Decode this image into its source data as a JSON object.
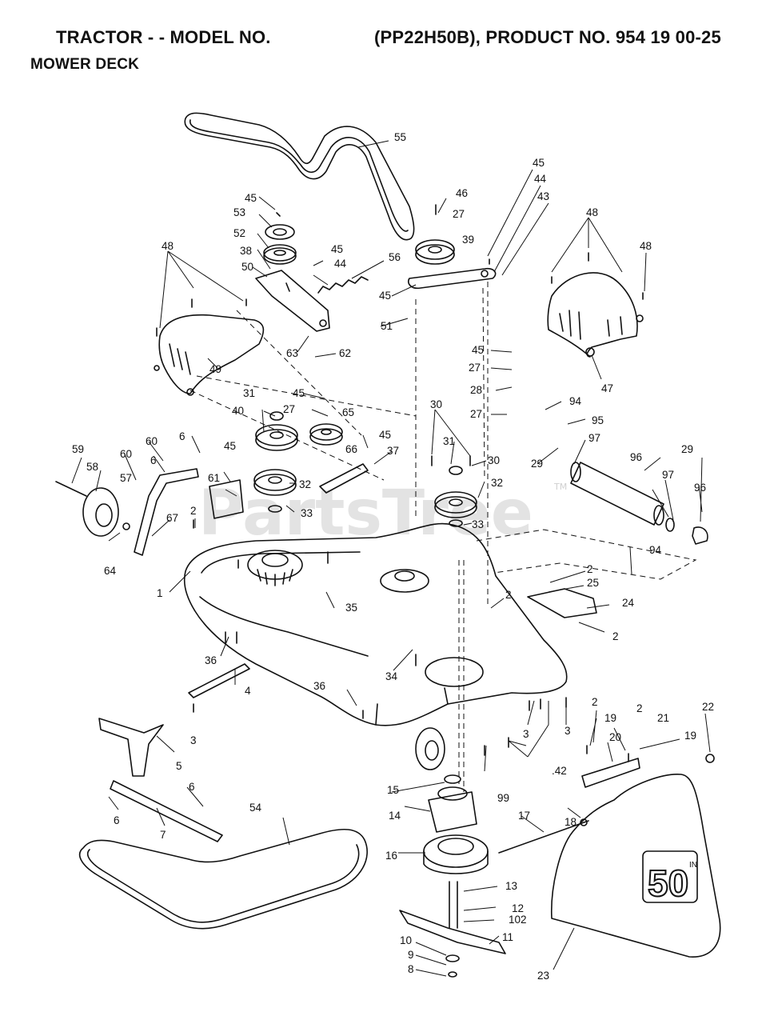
{
  "header": {
    "tractor_label": "TRACTOR - - MODEL NO.",
    "model_product": "(PP22H50B), PRODUCT NO. 954 19 00-25",
    "section": "MOWER DECK"
  },
  "watermark": {
    "text": "PartsTree",
    "tm": "TM"
  },
  "deck_badge": {
    "number": "50",
    "suffix": "IN"
  },
  "callouts": [
    {
      "id": "c55",
      "label": "55"
    },
    {
      "id": "c45a",
      "label": "45"
    },
    {
      "id": "c46",
      "label": "46"
    },
    {
      "id": "c44a",
      "label": "44"
    },
    {
      "id": "c43",
      "label": "43"
    },
    {
      "id": "c45b",
      "label": "45"
    },
    {
      "id": "c53",
      "label": "53"
    },
    {
      "id": "c27a",
      "label": "27"
    },
    {
      "id": "c48a",
      "label": "48"
    },
    {
      "id": "c48b",
      "label": "48"
    },
    {
      "id": "c52",
      "label": "52"
    },
    {
      "id": "c45c",
      "label": "45"
    },
    {
      "id": "c39",
      "label": "39"
    },
    {
      "id": "c48c",
      "label": "48"
    },
    {
      "id": "c38",
      "label": "38"
    },
    {
      "id": "c44b",
      "label": "44"
    },
    {
      "id": "c56",
      "label": "56"
    },
    {
      "id": "c50",
      "label": "50"
    },
    {
      "id": "c45d",
      "label": "45"
    },
    {
      "id": "c51",
      "label": "51"
    },
    {
      "id": "c63",
      "label": "63"
    },
    {
      "id": "c62",
      "label": "62"
    },
    {
      "id": "c45e",
      "label": "45"
    },
    {
      "id": "c49",
      "label": "49"
    },
    {
      "id": "c27b",
      "label": "27"
    },
    {
      "id": "c47",
      "label": "47"
    },
    {
      "id": "c28",
      "label": "28"
    },
    {
      "id": "c31a",
      "label": "31"
    },
    {
      "id": "c45f",
      "label": "45"
    },
    {
      "id": "c27c",
      "label": "27"
    },
    {
      "id": "c30a",
      "label": "30"
    },
    {
      "id": "c27d",
      "label": "27"
    },
    {
      "id": "c40",
      "label": "40"
    },
    {
      "id": "c65",
      "label": "65"
    },
    {
      "id": "c94a",
      "label": "94"
    },
    {
      "id": "c95",
      "label": "95"
    },
    {
      "id": "c6a",
      "label": "6"
    },
    {
      "id": "c45g",
      "label": "45"
    },
    {
      "id": "c31b",
      "label": "31"
    },
    {
      "id": "c30b",
      "label": "30"
    },
    {
      "id": "c97a",
      "label": "97"
    },
    {
      "id": "c96a",
      "label": "96"
    },
    {
      "id": "c59",
      "label": "59"
    },
    {
      "id": "c60a",
      "label": "60"
    },
    {
      "id": "c45h",
      "label": "45"
    },
    {
      "id": "c66",
      "label": "66"
    },
    {
      "id": "c37",
      "label": "37"
    },
    {
      "id": "c29a",
      "label": "29"
    },
    {
      "id": "c29b",
      "label": "29"
    },
    {
      "id": "c60b",
      "label": "60"
    },
    {
      "id": "c6b",
      "label": "6"
    },
    {
      "id": "c58",
      "label": "58"
    },
    {
      "id": "c57",
      "label": "57"
    },
    {
      "id": "c61",
      "label": "61"
    },
    {
      "id": "c32a",
      "label": "32"
    },
    {
      "id": "c32b",
      "label": "32"
    },
    {
      "id": "c97b",
      "label": "97"
    },
    {
      "id": "c96b",
      "label": "96"
    },
    {
      "id": "c2a",
      "label": "2"
    },
    {
      "id": "c33a",
      "label": "33"
    },
    {
      "id": "c33b",
      "label": "33"
    },
    {
      "id": "c67",
      "label": "67"
    },
    {
      "id": "c94b",
      "label": "94"
    },
    {
      "id": "c64",
      "label": "64"
    },
    {
      "id": "c1",
      "label": "1"
    },
    {
      "id": "c2b",
      "label": "2"
    },
    {
      "id": "c25",
      "label": "25"
    },
    {
      "id": "c2c",
      "label": "2"
    },
    {
      "id": "c24",
      "label": "24"
    },
    {
      "id": "c35",
      "label": "35"
    },
    {
      "id": "c2d",
      "label": "2"
    },
    {
      "id": "c36a",
      "label": "36"
    },
    {
      "id": "c34",
      "label": "34"
    },
    {
      "id": "c4",
      "label": "4"
    },
    {
      "id": "c36b",
      "label": "36"
    },
    {
      "id": "c2e",
      "label": "2"
    },
    {
      "id": "c19a",
      "label": "19"
    },
    {
      "id": "c2f",
      "label": "2"
    },
    {
      "id": "c21",
      "label": "21"
    },
    {
      "id": "c22",
      "label": "22"
    },
    {
      "id": "c3a",
      "label": "3"
    },
    {
      "id": "c3b",
      "label": "3"
    },
    {
      "id": "c3c",
      "label": "3"
    },
    {
      "id": "c20",
      "label": "20"
    },
    {
      "id": "c19b",
      "label": "19"
    },
    {
      "id": "c5",
      "label": "5"
    },
    {
      "id": "c42",
      "label": ".42"
    },
    {
      "id": "c15",
      "label": "15"
    },
    {
      "id": "c99",
      "label": "99"
    },
    {
      "id": "c6c",
      "label": "6"
    },
    {
      "id": "c54",
      "label": "54"
    },
    {
      "id": "c18",
      "label": "18"
    },
    {
      "id": "c6d",
      "label": "6"
    },
    {
      "id": "c7",
      "label": "7"
    },
    {
      "id": "c14",
      "label": "14"
    },
    {
      "id": "c17",
      "label": "17"
    },
    {
      "id": "c16",
      "label": "16"
    },
    {
      "id": "c13",
      "label": "13"
    },
    {
      "id": "c12",
      "label": "12"
    },
    {
      "id": "c102",
      "label": "102"
    },
    {
      "id": "c11",
      "label": "11"
    },
    {
      "id": "c10",
      "label": "10"
    },
    {
      "id": "c9",
      "label": "9"
    },
    {
      "id": "c8",
      "label": "8"
    },
    {
      "id": "c23",
      "label": "23"
    }
  ]
}
